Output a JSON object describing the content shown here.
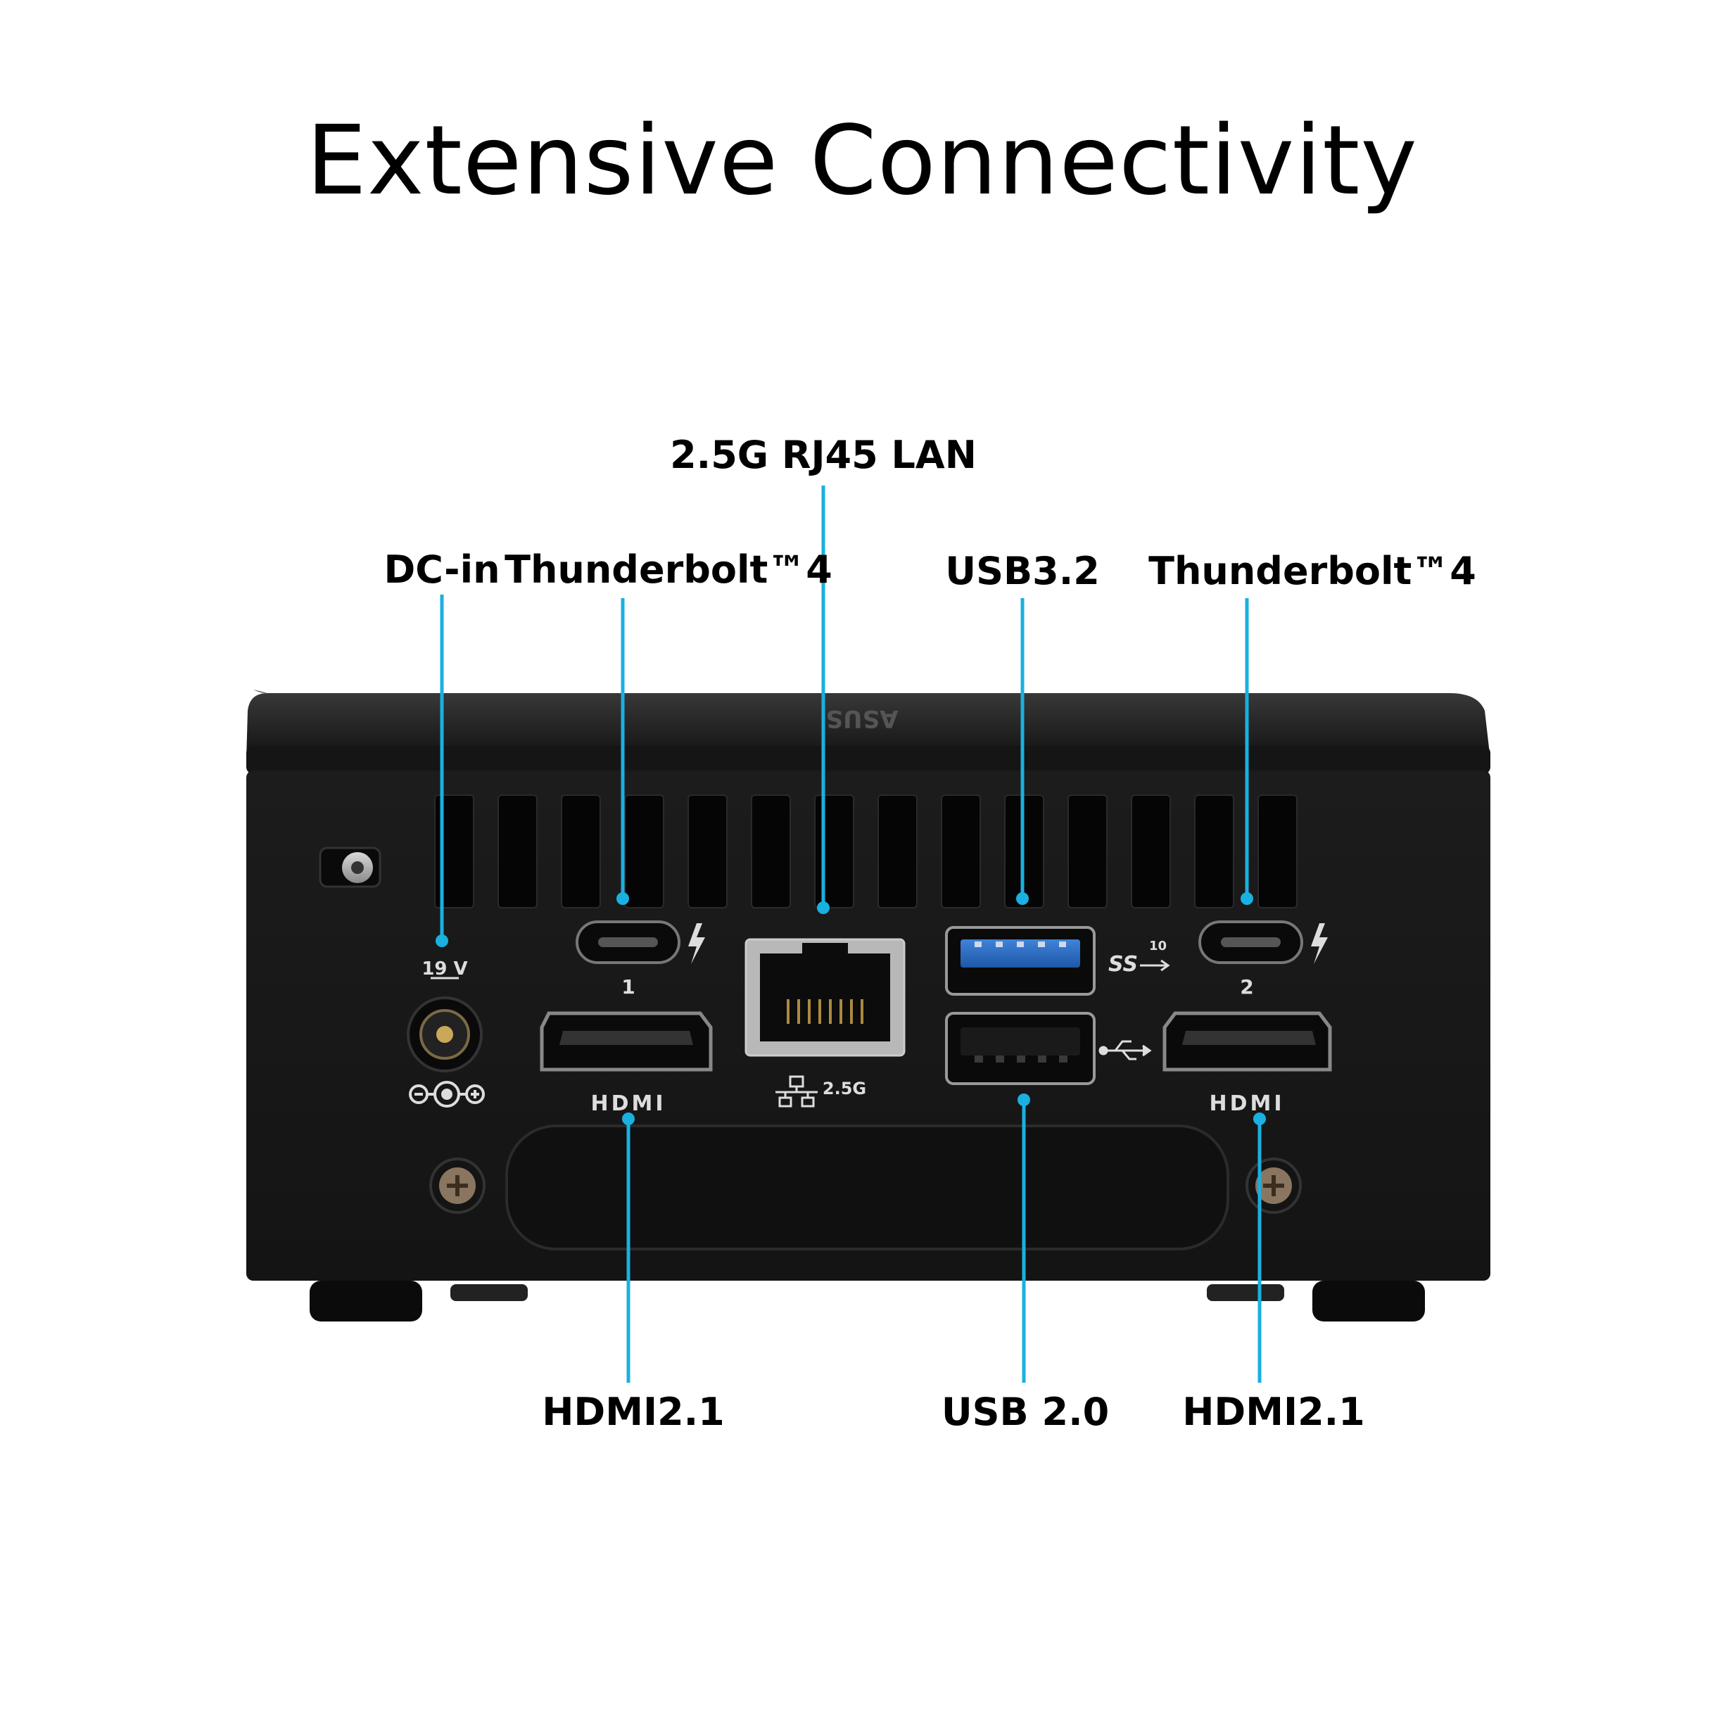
{
  "title": "Extensive Connectivity",
  "brand_logo": "ASUS",
  "accent_color": "#1ab0e0",
  "callouts": {
    "lan": "2.5G RJ45 LAN",
    "dc_in": "DC-in",
    "tb4_left": "Thunderbolt™4",
    "usb32": "USB3.2",
    "tb4_right": "Thunderbolt™4",
    "hdmi_left": "HDMI2.1",
    "usb20": "USB 2.0",
    "hdmi_right": "HDMI2.1"
  },
  "port_marks": {
    "voltage": "19 V",
    "port1": "1",
    "port2": "2",
    "lan_speed": "2.5G",
    "ss_num": "10",
    "ss_text": "SS",
    "hdmi_logo_left": "HDMI",
    "hdmi_logo_right": "HDMI"
  }
}
